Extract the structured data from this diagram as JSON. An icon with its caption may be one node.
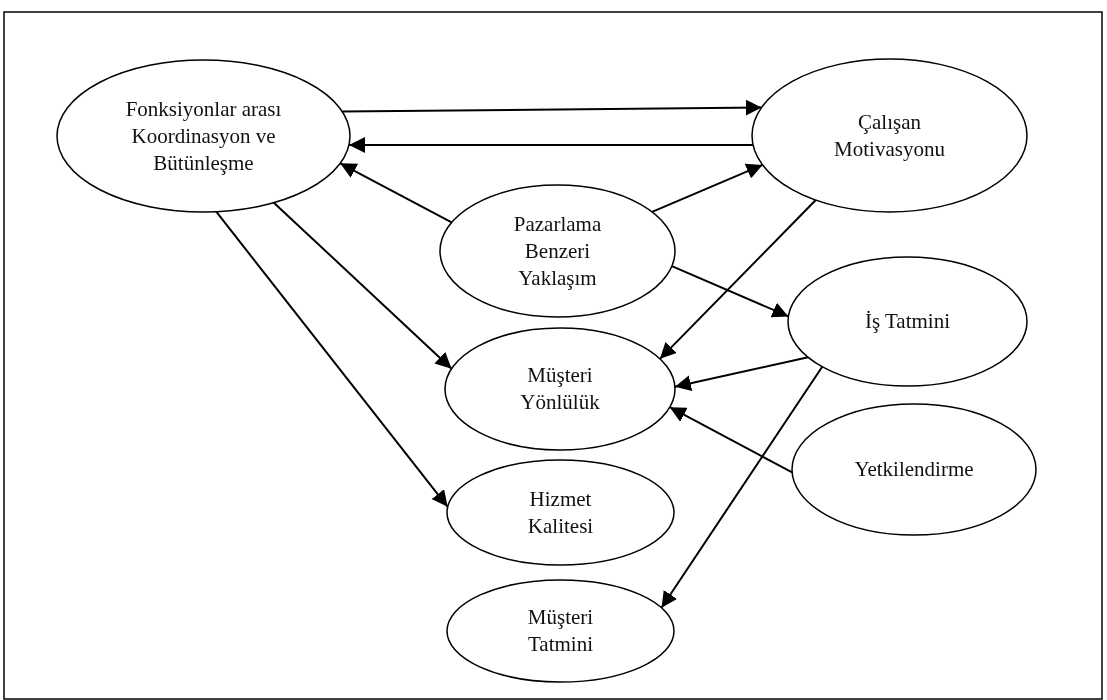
{
  "diagram": {
    "nodes": [
      {
        "text": [
          "Fonksiyonlar arası Koordinasyon ve Bütünleşme"
        ]
      },
      {
        "text": [
          "Çalışan Motivasyonu"
        ]
      },
      {
        "text": [
          "Pazarlama Benzeri Yaklaşım"
        ]
      },
      {
        "text": [
          "İş Tatmini"
        ]
      },
      {
        "text": [
          "Müşteri Yönlülük"
        ]
      },
      {
        "text": [
          "Yetkilendirme"
        ]
      },
      {
        "text": [
          "Hizmet Kalitesi"
        ]
      },
      {
        "text": [
          "Müşteri Tatmini"
        ]
      }
    ],
    "edges": [
      {
        "from": 0,
        "to": 1,
        "arrow": "to"
      },
      {
        "from": 1,
        "to": 0,
        "arrow": "to"
      },
      {
        "from": 2,
        "to": 0,
        "arrow": "to"
      },
      {
        "from": 2,
        "to": 1,
        "arrow": "to"
      },
      {
        "from": 2,
        "to": 3,
        "arrow": "to"
      },
      {
        "from": 1,
        "to": 4,
        "arrow": "to"
      },
      {
        "from": 0,
        "to": 4,
        "arrow": "to"
      },
      {
        "from": 3,
        "to": 4,
        "arrow": "to"
      },
      {
        "from": 5,
        "to": 4,
        "arrow": "to"
      },
      {
        "from": 0,
        "to": 6,
        "arrow": "to"
      },
      {
        "from": 3,
        "to": 7,
        "arrow": "to"
      }
    ]
  }
}
